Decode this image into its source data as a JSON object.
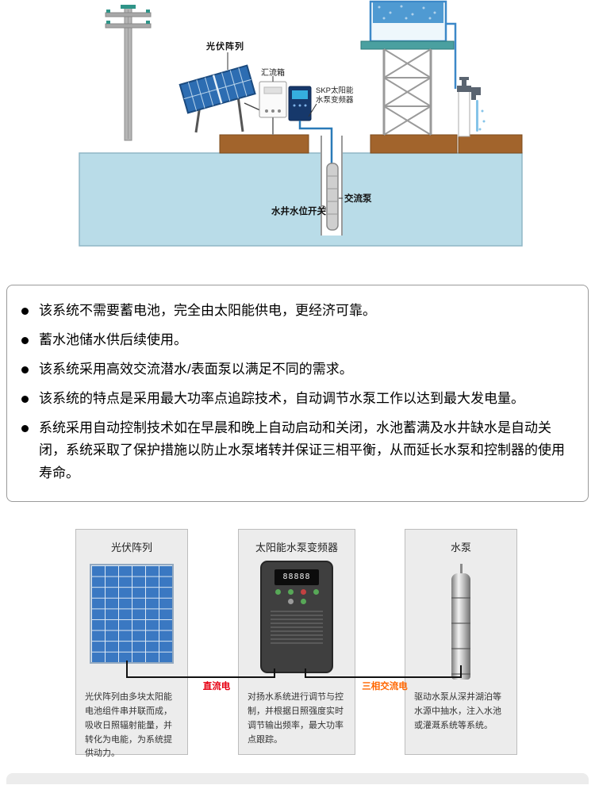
{
  "diagram": {
    "pv_label": "光伏阵列",
    "combiner_label": "汇流箱",
    "inverter_label_1": "SKP太阳能",
    "inverter_label_2": "水泵变频器",
    "ac_pump_label": "交流泵",
    "level_switch_label": "水井水位开关"
  },
  "features": {
    "items": [
      "该系统不需要蓄电池，完全由太阳能供电，更经济可靠。",
      "蓄水池储水供后续使用。",
      "该系统采用高效交流潜水/表面泵以满足不同的需求。",
      "该系统的特点是采用最大功率点追踪技术，自动调节水泵工作以达到最大发电量。",
      "系统采用自动控制技术如在早晨和晚上自动启动和关闭，水池蓄满及水井缺水是自动关闭，系统采取了保护措施以防止水泵堵转并保证三相平衡，从而延长水泵和控制器的使用寿命。"
    ]
  },
  "components": {
    "cards": [
      {
        "title": "光伏阵列",
        "description": "光伏阵列由多块太阳能电池组件串并联而成，吸收日照辐射能量，并转化为电能，为系统提供动力。"
      },
      {
        "title": "太阳能水泵变频器",
        "description": "对扬水系统进行调节与控制，并根据日照强度实时调节输出频率，最大功率点跟踪。"
      },
      {
        "title": "水泵",
        "description": "驱动水泵从深井湖泊等水源中抽水，注入水池或灌溉系统等系统。"
      }
    ],
    "dc_label": "直流电",
    "ac_label": "三相交流电",
    "inverter_display": "88888"
  },
  "colors": {
    "dc_red": "#e60012",
    "ac_orange": "#ff6600",
    "panel_blue": "#3a78c2",
    "underground_water_blue": "#b9dce8",
    "tank_water_blue": "#4f9ad2",
    "ground_brown": "#a2642c"
  }
}
